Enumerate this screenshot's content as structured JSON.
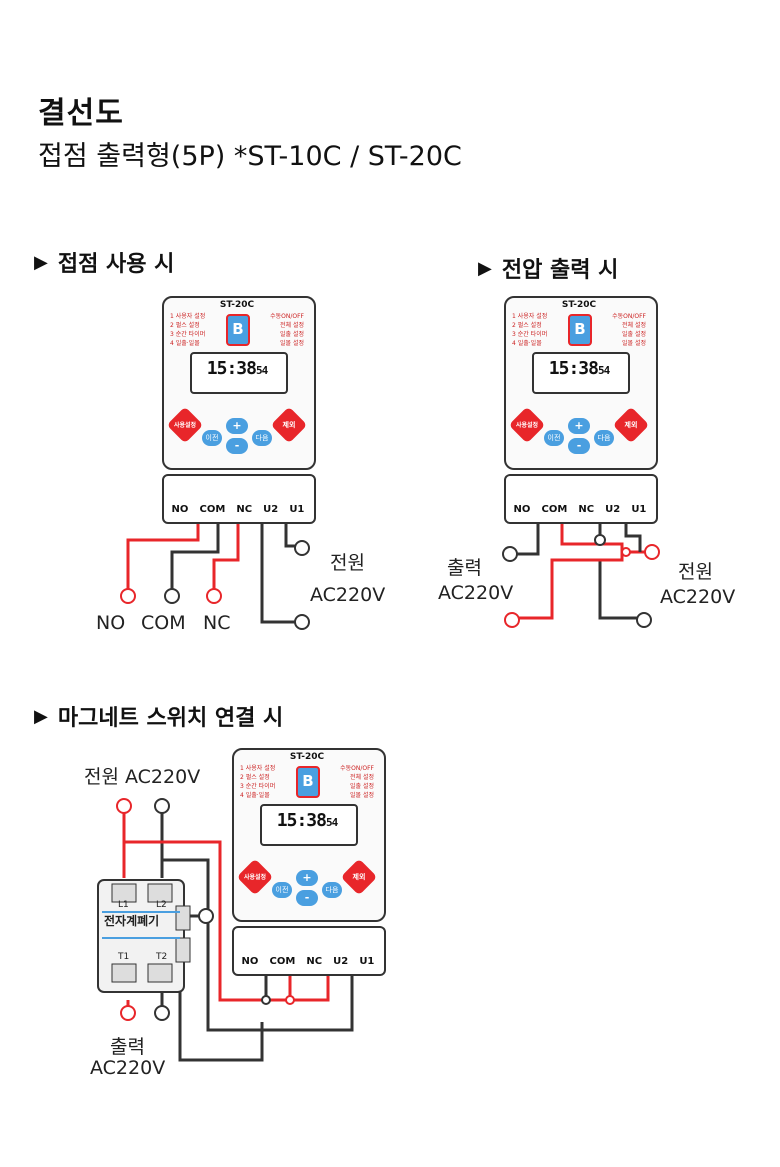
{
  "header": {
    "title": "결선도",
    "subtitle": "접점 출력형(5P) *ST-10C / ST-20C"
  },
  "sections": {
    "contact": {
      "title": "접점 사용 시"
    },
    "voltage": {
      "title": "전압 출력 시"
    },
    "magnet": {
      "title": "마그네트 스위치 연결 시"
    }
  },
  "device": {
    "model": "ST-20C",
    "time_main": "15:38",
    "time_sec": "54",
    "left_leds": [
      "1 사용자 설정",
      "2 펄스 설정",
      "3 순간 타이머",
      "4 일출·일몰"
    ],
    "right_leds": [
      "수동ON/OFF",
      "전체 설정",
      "일출 설정",
      "일몰 설정"
    ],
    "btn_left": "사용설정",
    "btn_right": "제외",
    "btn_prev": "이전",
    "btn_next": "다음",
    "btn_up": "+",
    "btn_down": "-",
    "terminals": [
      "NO",
      "COM",
      "NC",
      "U2",
      "U1"
    ]
  },
  "labels": {
    "power": "전원",
    "ac": "AC220V",
    "output": "출력",
    "no": "NO",
    "com": "COM",
    "nc": "NC",
    "power_ac": "전원 AC220V",
    "contactor": "전자계폐기",
    "l1": "L1",
    "l2": "L2",
    "t1": "T1",
    "t2": "T2"
  },
  "colors": {
    "red_wire": "#e8262a",
    "black_wire": "#333333",
    "device_blue": "#4a9fe0",
    "device_red": "#e8262a"
  }
}
